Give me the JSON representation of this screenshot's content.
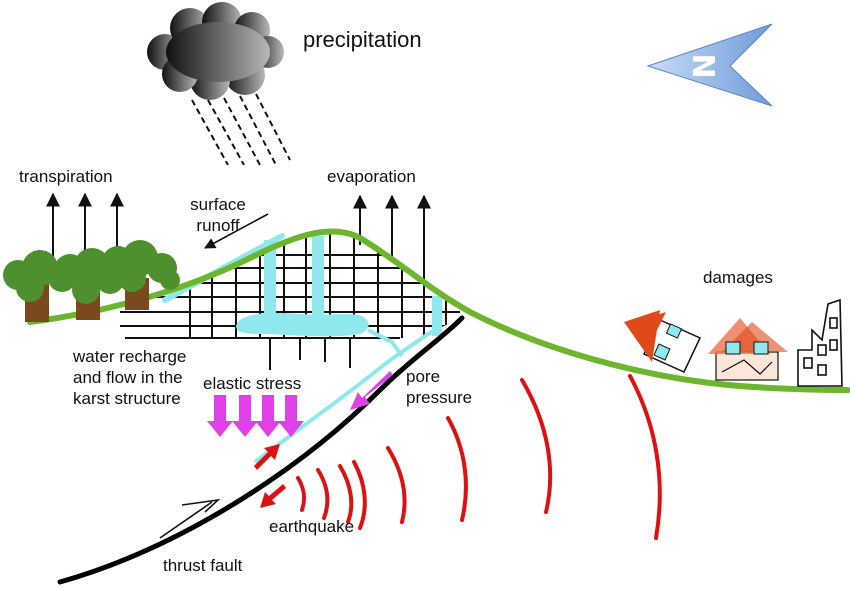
{
  "labels": {
    "precipitation": "precipitation",
    "transpiration": "transpiration",
    "surface_runoff_line1": "surface",
    "surface_runoff_line2": "runoff",
    "evaporation": "evaporation",
    "damages": "damages",
    "recharge_line1": "water recharge",
    "recharge_line2": "and flow in the",
    "recharge_line3": "karst structure",
    "elastic_stress": "elastic stress",
    "pore_line1": "pore",
    "pore_line2": "pressure",
    "earthquake": "earthquake",
    "thrust_fault": "thrust fault"
  },
  "north_arrow": {
    "letter": "N",
    "color": "#6e9bd8"
  },
  "colors": {
    "ground": "#6cb52d",
    "water": "#8ee8ee",
    "seismic": "#dd1111",
    "stress": "#e040e8",
    "fault": "#000000",
    "tree_trunk": "#7a4a1e",
    "tree_foliage": "#4e8f2e",
    "roof": "#e04a1a"
  },
  "icons": [
    "rain-cloud-icon",
    "north-arrow-icon",
    "tree-icon",
    "house-icon",
    "damaged-house-icon",
    "ruined-building-icon"
  ]
}
